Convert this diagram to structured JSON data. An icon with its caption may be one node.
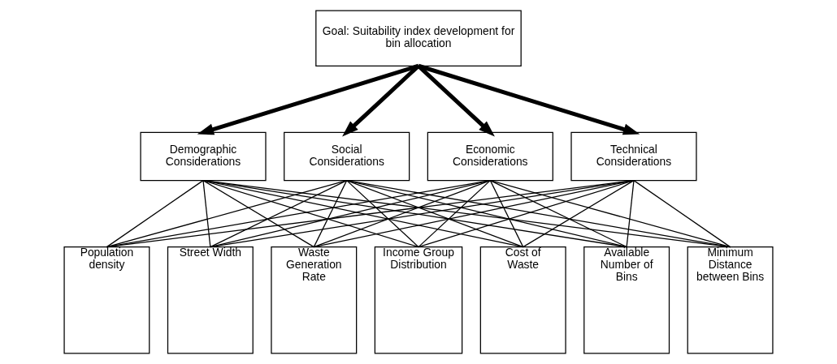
{
  "diagram": {
    "nodes": [
      {
        "text": [
          "Goal: Suitability index development for bin allocation"
        ]
      },
      {
        "text": [
          "Demographic Considerations"
        ]
      },
      {
        "text": [
          "Social Considerations"
        ]
      },
      {
        "text": [
          "Economic Considerations"
        ]
      },
      {
        "text": [
          "Technical Considerations"
        ]
      },
      {
        "text": [
          "Population density"
        ]
      },
      {
        "text": [
          "Street Width"
        ]
      },
      {
        "text": [
          "Waste Generation Rate"
        ]
      },
      {
        "text": [
          "Income Group Distribution"
        ]
      },
      {
        "text": [
          "Cost of Waste"
        ]
      },
      {
        "text": [
          "Available Number of Bins"
        ]
      },
      {
        "text": [
          "Minimum Distance between Bins"
        ]
      }
    ],
    "edges": [
      {
        "from": 0,
        "to": 1,
        "arrow": "to",
        "style": "thick"
      },
      {
        "from": 0,
        "to": 2,
        "arrow": "to",
        "style": "thick"
      },
      {
        "from": 0,
        "to": 3,
        "arrow": "to",
        "style": "thick"
      },
      {
        "from": 0,
        "to": 4,
        "arrow": "to",
        "style": "thick"
      },
      {
        "from": 1,
        "to": 5,
        "arrow": "none"
      },
      {
        "from": 1,
        "to": 6,
        "arrow": "none"
      },
      {
        "from": 1,
        "to": 7,
        "arrow": "none"
      },
      {
        "from": 1,
        "to": 8,
        "arrow": "none"
      },
      {
        "from": 1,
        "to": 9,
        "arrow": "none"
      },
      {
        "from": 1,
        "to": 10,
        "arrow": "none"
      },
      {
        "from": 1,
        "to": 11,
        "arrow": "none"
      },
      {
        "from": 2,
        "to": 5,
        "arrow": "none"
      },
      {
        "from": 2,
        "to": 6,
        "arrow": "none"
      },
      {
        "from": 2,
        "to": 7,
        "arrow": "none"
      },
      {
        "from": 2,
        "to": 8,
        "arrow": "none"
      },
      {
        "from": 2,
        "to": 9,
        "arrow": "none"
      },
      {
        "from": 2,
        "to": 10,
        "arrow": "none"
      },
      {
        "from": 2,
        "to": 11,
        "arrow": "none"
      },
      {
        "from": 3,
        "to": 5,
        "arrow": "none"
      },
      {
        "from": 3,
        "to": 6,
        "arrow": "none"
      },
      {
        "from": 3,
        "to": 7,
        "arrow": "none"
      },
      {
        "from": 3,
        "to": 8,
        "arrow": "none"
      },
      {
        "from": 3,
        "to": 9,
        "arrow": "none"
      },
      {
        "from": 3,
        "to": 10,
        "arrow": "none"
      },
      {
        "from": 3,
        "to": 11,
        "arrow": "none"
      },
      {
        "from": 4,
        "to": 5,
        "arrow": "none"
      },
      {
        "from": 4,
        "to": 6,
        "arrow": "none"
      },
      {
        "from": 4,
        "to": 7,
        "arrow": "none"
      },
      {
        "from": 4,
        "to": 8,
        "arrow": "none"
      },
      {
        "from": 4,
        "to": 9,
        "arrow": "none"
      },
      {
        "from": 4,
        "to": 10,
        "arrow": "none"
      },
      {
        "from": 4,
        "to": 11,
        "arrow": "none"
      }
    ]
  }
}
